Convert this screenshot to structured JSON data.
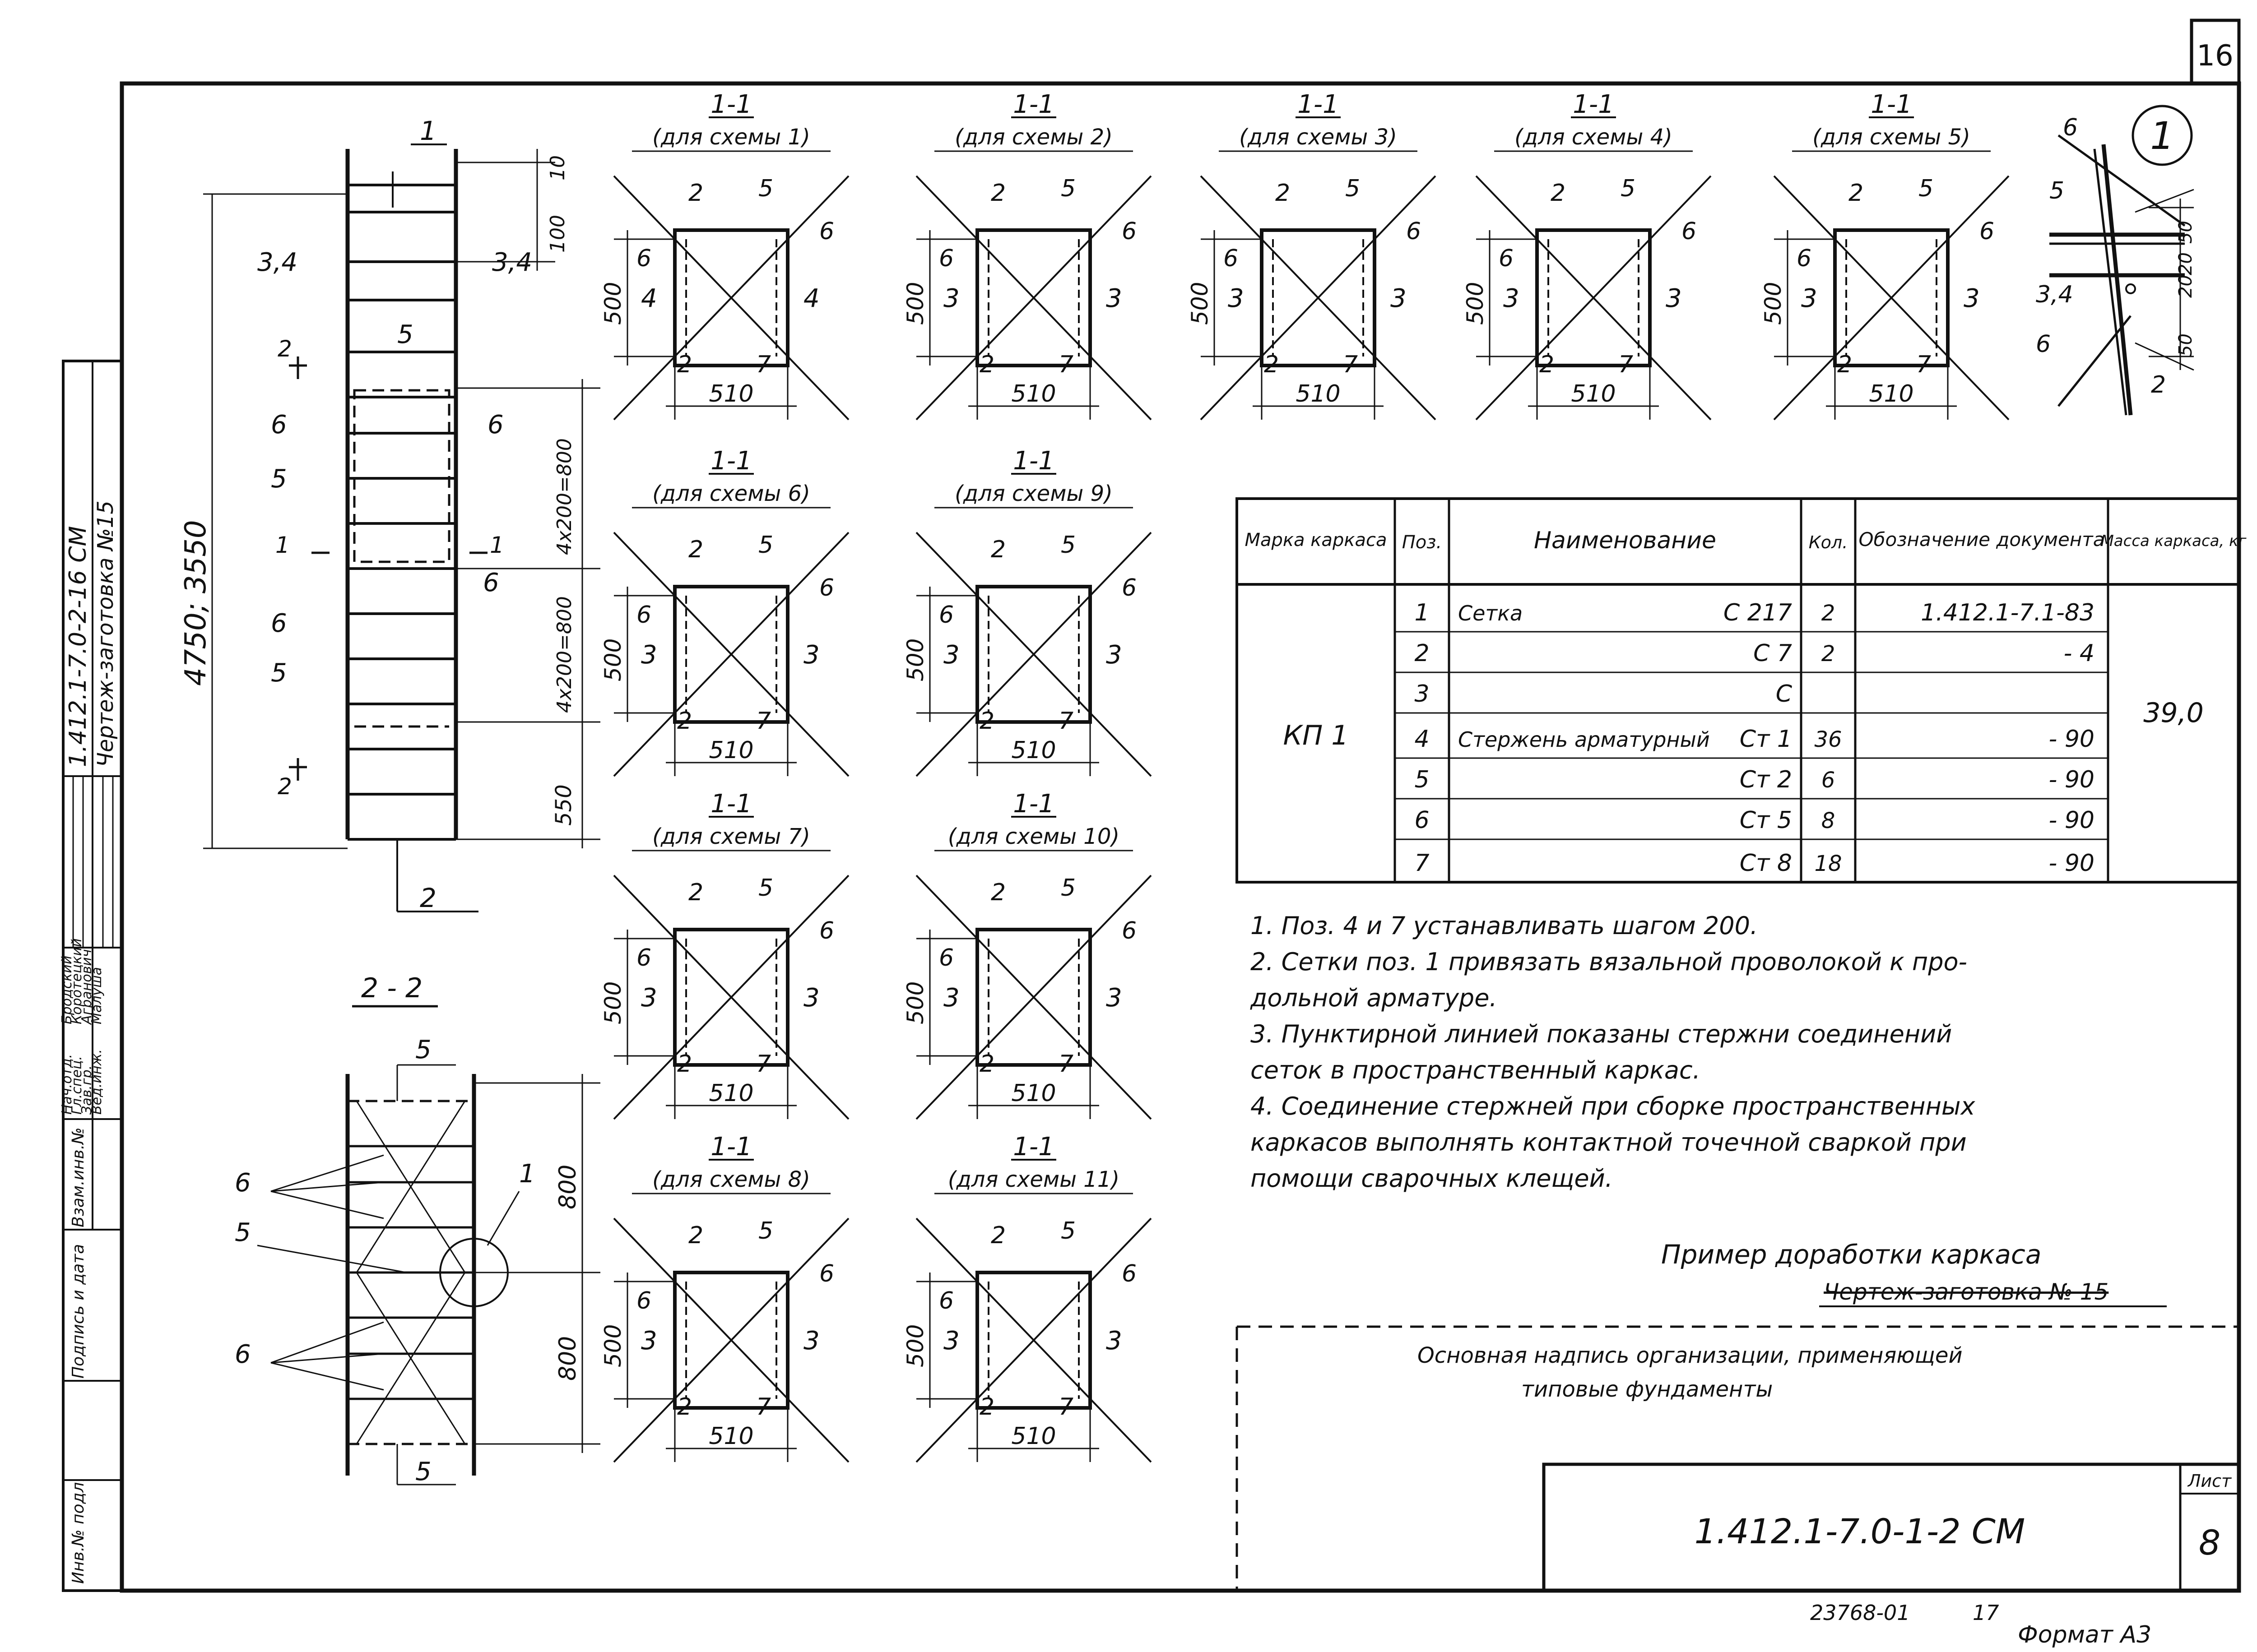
{
  "sheet": {
    "page_number": "16",
    "detail_circle": "1",
    "format_label": "Формат А3",
    "archive_number": "23768-01",
    "archive_sub": "17",
    "sheet_label": "Лист",
    "sheet_value": "8",
    "designation": "1.412.1-7.0-1-2 СМ",
    "org_note_line1": "Основная надпись организации, применяющей",
    "org_note_line2": "типовые фундаменты",
    "example_title": "Пример доработки каркаса",
    "example_sub": "Чертеж-заготовка № 15"
  },
  "side_stamp": {
    "code": "1.412.1-7.0-2-16 СМ",
    "title": "Чертеж-заготовка №15",
    "rows": [
      {
        "role": "Нач.отд.",
        "name": "Бродский"
      },
      {
        "role": "Гл.спец.",
        "name": "Коротецкий"
      },
      {
        "role": "Зав.гр.",
        "name": "Агранович"
      },
      {
        "role": "Вед.инж.",
        "name": "Малуша"
      }
    ],
    "columns": [
      "Взам.инв.№",
      "Подпись и дата",
      "Инв.№ подл."
    ]
  },
  "elevation": {
    "labels": {
      "top_mark": "1",
      "bottom_mark": "2",
      "left_34": "3,4",
      "right_34": "3,4",
      "pos5_a": "5",
      "pos5_b": "5",
      "pos5_c": "5",
      "pos6_a": "6",
      "pos6_b": "6",
      "pos6_c": "6",
      "pos6_d": "6",
      "section_2_top": "2",
      "section_2_bot": "2",
      "section_1_left": "1",
      "section_1_right": "1"
    },
    "dims": {
      "total": "4750; 3550",
      "d10": "10",
      "d100": "100",
      "d_upper": "4x200=800",
      "d_lower": "4x200=800",
      "d550": "550"
    }
  },
  "section_22": {
    "title": "2 - 2",
    "labels": {
      "p5_top": "5",
      "p5_bot": "5",
      "p6_a": "6",
      "p5_mid": "5",
      "p6_b": "6",
      "p1": "1"
    },
    "dims": {
      "upper": "800",
      "lower": "800"
    }
  },
  "node_detail": {
    "labels": {
      "p6_top": "6",
      "p5": "5",
      "p34": "3,4",
      "p6_bot": "6",
      "p2": "2"
    },
    "dims": {
      "d50a": "50",
      "d20a": "20",
      "d20b": "20",
      "d50b": "50"
    }
  },
  "sections": [
    {
      "title": "1-1",
      "subtitle": "(для схемы 1)",
      "side": "4",
      "dim_w": "510",
      "dim_h": "500"
    },
    {
      "title": "1-1",
      "subtitle": "(для схемы 2)",
      "side": "3",
      "dim_w": "510",
      "dim_h": "500"
    },
    {
      "title": "1-1",
      "subtitle": "(для схемы 3)",
      "side": "3",
      "dim_w": "510",
      "dim_h": "500"
    },
    {
      "title": "1-1",
      "subtitle": "(для схемы 4)",
      "side": "3",
      "dim_w": "510",
      "dim_h": "500"
    },
    {
      "title": "1-1",
      "subtitle": "(для схемы 5)",
      "side": "3",
      "dim_w": "510",
      "dim_h": "500"
    },
    {
      "title": "1-1",
      "subtitle": "(для схемы 6)",
      "side": "3",
      "dim_w": "510",
      "dim_h": "500"
    },
    {
      "title": "1-1",
      "subtitle": "(для схемы 9)",
      "side": "3",
      "dim_w": "510",
      "dim_h": "500"
    },
    {
      "title": "1-1",
      "subtitle": "(для схемы 7)",
      "side": "3",
      "dim_w": "510",
      "dim_h": "500"
    },
    {
      "title": "1-1",
      "subtitle": "(для схемы 10)",
      "side": "3",
      "dim_w": "510",
      "dim_h": "500"
    },
    {
      "title": "1-1",
      "subtitle": "(для схемы 8)",
      "side": "3",
      "dim_w": "510",
      "dim_h": "500"
    },
    {
      "title": "1-1",
      "subtitle": "(для схемы 11)",
      "side": "3",
      "dim_w": "510",
      "dim_h": "500"
    }
  ],
  "section_pos_labels": {
    "p2": "2",
    "p5": "5",
    "p6": "6",
    "p7": "7"
  },
  "spec_table": {
    "headers": [
      "Марка каркаса",
      "Поз.",
      "Наименование",
      "Кол.",
      "Обозначение документа",
      "Масса каркаса, кг"
    ],
    "mark": "КП 1",
    "mass": "39,0",
    "rows": [
      {
        "pos": "1",
        "name": "Сетка",
        "code": "С 217",
        "qty": "2",
        "doc": "1.412.1-7.1-83"
      },
      {
        "pos": "2",
        "name": "",
        "code": "С 7",
        "qty": "2",
        "doc": "- 4"
      },
      {
        "pos": "3",
        "name": "",
        "code": "С",
        "qty": "",
        "doc": ""
      },
      {
        "pos": "4",
        "name": "Стержень арматурный",
        "code": "Ст 1",
        "qty": "36",
        "doc": "- 90"
      },
      {
        "pos": "5",
        "name": "",
        "code": "Ст 2",
        "qty": "6",
        "doc": "- 90"
      },
      {
        "pos": "6",
        "name": "",
        "code": "Ст 5",
        "qty": "8",
        "doc": "- 90"
      },
      {
        "pos": "7",
        "name": "",
        "code": "Ст 8",
        "qty": "18",
        "doc": "- 90"
      }
    ]
  },
  "notes": [
    "1. Поз. 4 и 7 устанавливать шагом 200.",
    "2. Сетки поз. 1 привязать вязальной проволокой к про-",
    "дольной арматуре.",
    "3. Пунктирной линией показаны стержни соединений",
    "сеток в пространственный каркас.",
    "4. Соединение стержней при сборке пространственных",
    "каркасов выполнять контактной точечной сваркой при",
    "помощи сварочных клещей."
  ]
}
